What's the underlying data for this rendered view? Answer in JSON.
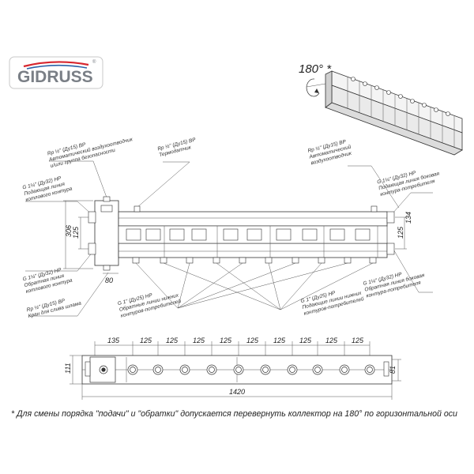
{
  "brand": {
    "name": "GIDRUSS",
    "registered": "®"
  },
  "rotation_label": "180° *",
  "labels": {
    "top_left": [
      "Rp ½\" (Ду15) ВР",
      "Автоматический воздухоотводчик",
      "и/или группа безопасности"
    ],
    "top_mid": [
      "Rp ½\" (Ду15) ВР",
      "Термодатчик"
    ],
    "top_right": [
      "Rp ½\" (Ду15) ВР",
      "Автоматический",
      "воздухоотводчик"
    ],
    "left_supply": [
      "G 1¼\" (Ду32) НР",
      "Подающая линия",
      "котлового контура"
    ],
    "left_return": [
      "G 1¼\" (Ду32) НР",
      "Обратная линия",
      "котлового контура"
    ],
    "left_drain": [
      "Rp ½\" (Ду15) ВР",
      "Кран для слива шлама"
    ],
    "right_supply": [
      "G 1¼\" (Ду32) НР",
      "Подающая линия боковая",
      "контура-потребителя"
    ],
    "right_return": [
      "G 1¼\" (Ду32) НР",
      "Обратная линия боковая",
      "контура-потребителя"
    ],
    "bottom_return_left": [
      "G 1\" (Ду25) НР",
      "Обратные линии нижних",
      "контуров-потребителей"
    ],
    "bottom_supply_right": [
      "G 1\" (Ду25) НР",
      "Подающие линии нижних",
      "контуров-потребителей"
    ]
  },
  "dimensions": {
    "height_306": "306",
    "height_125_left": "125",
    "height_125_right": "125",
    "height_134": "134",
    "width_80": "80",
    "top_spacing": [
      "135",
      "125",
      "125",
      "125",
      "125",
      "125",
      "125",
      "125",
      "125",
      "125"
    ],
    "plan_height_left": "111",
    "plan_height_right": "81",
    "total_length": "1420"
  },
  "footnote": "* Для смены порядка \"подачи\" и \"обратки\" допускается перевернуть коллектор на 180° по горизонтальной оси",
  "colors": {
    "brand_gray": "#7a7f86",
    "brand_red": "#d7262e",
    "brand_blue": "#2b63a8",
    "line": "#333333"
  }
}
